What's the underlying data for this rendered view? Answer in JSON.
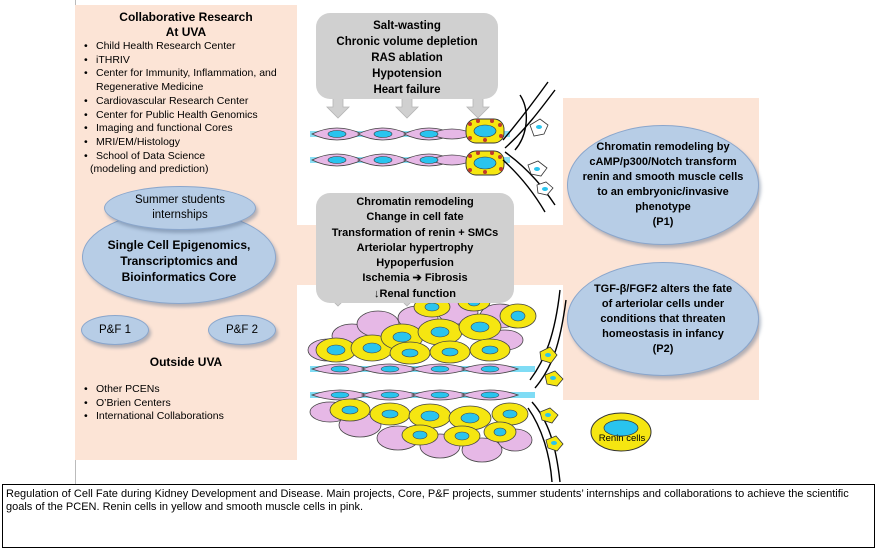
{
  "left_panel": {
    "title_line1": "Collaborative Research",
    "title_line2": "At UVA",
    "uva_items": [
      "Child Health Research Center",
      "iTHRIV",
      "Center for Immunity, Inflammation, and Regenerative Medicine",
      "Cardiovascular Research Center",
      "Center for Public Health Genomics",
      "Imaging and functional Cores",
      "MRI/EM/Histology",
      "School of Data Science"
    ],
    "data_science_note": "(modeling and prediction)",
    "summer_line1": "Summer students",
    "summer_line2": "internships",
    "core_line1": "Single Cell Epigenomics,",
    "core_line2": "Transcriptomics and",
    "core_line3": "Bioinformatics Core",
    "pf1": "P&F 1",
    "pf2": "P&F 2",
    "outside_title": "Outside UVA",
    "outside_items": [
      "Other PCENs",
      "O’Brien Centers",
      "International Collaborations"
    ]
  },
  "top_box": {
    "lines": [
      "Salt-wasting",
      "Chronic volume depletion",
      "RAS ablation",
      "Hypotension",
      "Heart failure"
    ]
  },
  "middle_box": {
    "lines": [
      "Chromatin remodeling",
      "Change in cell fate",
      "Transformation of renin + SMCs",
      "Arteriolar hypertrophy",
      "Hypoperfusion"
    ],
    "ischemia": "Ischemia",
    "fibrosis": "Fibrosis",
    "renal_function": "Renal function"
  },
  "right_panel": {
    "p1_lines": [
      "Chromatin remodeling by",
      "cAMP/p300/Notch transform",
      "renin and smooth muscle cells",
      "to an embryonic/invasive",
      "phenotype",
      "(P1)"
    ],
    "p2_lines": [
      "TGF-β/FGF2 alters the fate",
      "of arteriolar cells under",
      "conditions that threaten",
      "homeostasis in infancy",
      "(P2)"
    ]
  },
  "legend": {
    "renin_cells": "Renin cells"
  },
  "caption": "Regulation of Cell Fate during Kidney Development and Disease.  Main projects, Core, P&F projects, summer students’ internships and collaborations to achieve the scientific goals of the PCEN. Renin cells in yellow and smooth muscle cells in pink.",
  "colors": {
    "panel_peach": "#fce4d6",
    "ellipse_blue": "#b7cde6",
    "gray_box": "#d0d0d0",
    "renin_yellow": "#f5e611",
    "smc_pink": "#e6b8e6",
    "nucleus_cyan": "#29c4ee"
  }
}
